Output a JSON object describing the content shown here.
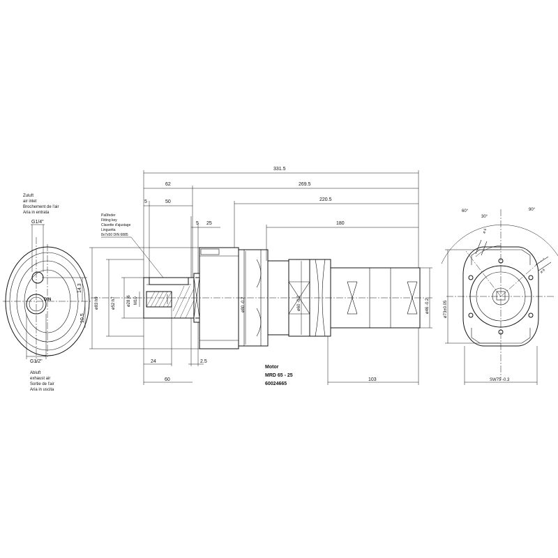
{
  "dimensions": {
    "overall_length": "331.5",
    "d62": "62",
    "d269_5": "269.5",
    "d220_5": "220.5",
    "d180": "180",
    "d5_top": "5",
    "d50": "50",
    "d5_mid": "5",
    "d25": "25",
    "d24": "24",
    "d2_5": "2.5",
    "d60": "60",
    "d103": "103",
    "d14_3": "14.3",
    "d10_5": "10.5",
    "dia_83": "ø83 h9",
    "dia_52": "ø52 h7",
    "dia_28": "ø28 j6",
    "m10": "M10",
    "dia_80": "ø80 -0.2",
    "dia_60": "ø60 -0.2",
    "dia_46": "ø46 -0.2",
    "dia_73": "ø73±0.05",
    "sw75": "SW75 -0.3",
    "angle_60": "60°",
    "angle_30": "30°",
    "angle_90": "90°",
    "dia_6_a": "ø 6",
    "dia_6_b": "ø 6"
  },
  "inlet": {
    "lines": [
      "Zuluft",
      "air inlet",
      "Brochement de l'air",
      "Aria in entrata"
    ],
    "thread": "G1/4\""
  },
  "exhaust": {
    "lines": [
      "Abluft",
      "exhaust air",
      "Sortie de l'air",
      "Aria in uscita"
    ],
    "thread": "G1/2\""
  },
  "key_note": {
    "lines": [
      "Paßfeder",
      "Fitting key",
      "Clavette d'ajustage",
      "Linguetta",
      "8x7x50  DIN 6885"
    ]
  },
  "din_marker": "DIN",
  "title_block": {
    "label": "Motor",
    "model": "MRD 65 - 25",
    "part_number": "60024665"
  }
}
